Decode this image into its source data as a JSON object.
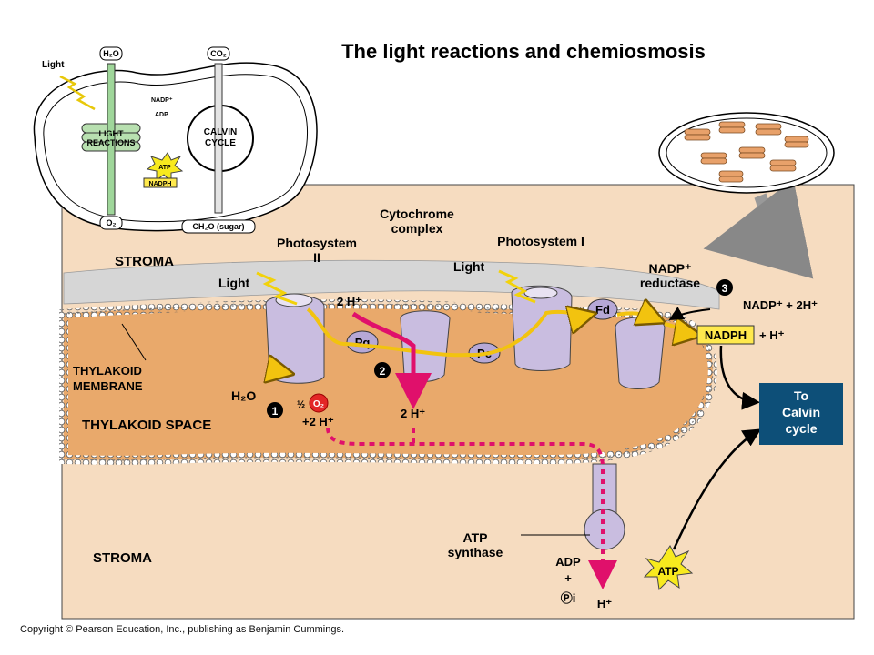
{
  "title": "The light reactions and chemiosmosis",
  "copyright": "Copyright © Pearson Education, Inc., publishing as Benjamin Cummings.",
  "colors": {
    "stroma_bg": "#f6dcc0",
    "lumen": "#e9a96b",
    "protein": "#c9bde0",
    "electron_arrow": "#f2c30f",
    "proton_arrow": "#e0106b",
    "calvin_box": "#0d4f78",
    "nadph_box": "#ffe94d"
  },
  "inset": {
    "light": "Light",
    "h2o": "H₂O",
    "co2": "CO₂",
    "nadp": "NADP⁺",
    "adp": "ADP",
    "light_reactions_1": "LIGHT",
    "light_reactions_2": "REACTIONS",
    "calvin_1": "CALVIN",
    "calvin_2": "CYCLE",
    "atp": "ATP",
    "nadph": "NADPH",
    "o2": "O₂",
    "sugar": "CH₂O (sugar)"
  },
  "labels": {
    "stroma_top": "STROMA",
    "stroma_bottom": "STROMA",
    "thylakoid_membrane_1": "THYLAKOID",
    "thylakoid_membrane_2": "MEMBRANE",
    "thylakoid_space": "THYLAKOID SPACE",
    "photosystem2_1": "Photosystem",
    "photosystem2_2": "II",
    "cytochrome_1": "Cytochrome",
    "cytochrome_2": "complex",
    "photosystem1": "Photosystem I",
    "light_1": "Light",
    "light_2": "Light",
    "nadp_reductase_1": "NADP⁺",
    "nadp_reductase_2": "reductase",
    "nadp_plus_2h": "NADP⁺ + 2H⁺",
    "nadph": "NADPH",
    "plus_h": "+ H⁺",
    "pq": "Pq",
    "pc": "Pc",
    "fd": "Fd",
    "two_h_top": "2 H⁺",
    "two_h_space": "2 H⁺",
    "h2o": "H₂O",
    "half": "½",
    "o2": "O₂",
    "plus_2h": "+2 H⁺",
    "atp_synthase_1": "ATP",
    "atp_synthase_2": "synthase",
    "adp": "ADP",
    "plus": "+",
    "pi": "Ⓟi",
    "h_plus": "H⁺",
    "atp": "ATP",
    "calvin_1": "To",
    "calvin_2": "Calvin",
    "calvin_3": "cycle",
    "step1": "1",
    "step2": "2",
    "step3": "3"
  }
}
